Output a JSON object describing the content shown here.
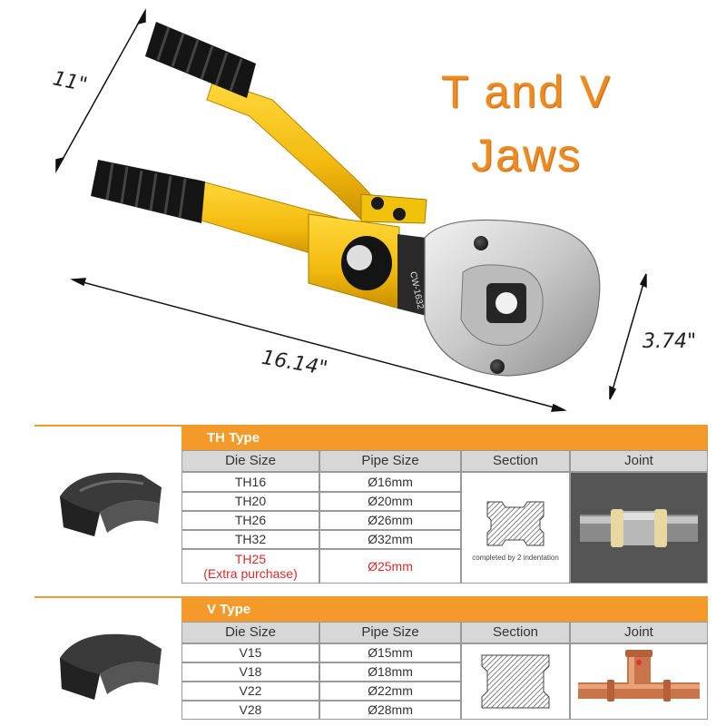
{
  "dimensions": {
    "length": "16.14\"",
    "height": "11\"",
    "jaw_width": "3.74\""
  },
  "headline": {
    "line1": "T  and  V",
    "line2": "Jaws"
  },
  "tool": {
    "model": "CW-1632"
  },
  "th_table": {
    "title": "TH Type",
    "columns": [
      "Die Size",
      "Pipe Size",
      "Section",
      "Joint"
    ],
    "rows": [
      {
        "die": "TH16",
        "pipe": "Ø16mm"
      },
      {
        "die": "TH20",
        "pipe": "Ø20mm"
      },
      {
        "die": "TH26",
        "pipe": "Ø26mm"
      },
      {
        "die": "TH32",
        "pipe": "Ø32mm"
      }
    ],
    "extra": {
      "die": "TH25",
      "die_note": "(Extra purchase)",
      "pipe": "Ø25mm"
    },
    "section_note": "completed by 2 indentation"
  },
  "v_table": {
    "title": "V Type",
    "columns": [
      "Die Size",
      "Pipe Size",
      "Section",
      "Joint"
    ],
    "rows": [
      {
        "die": "V15",
        "pipe": "Ø15mm"
      },
      {
        "die": "V18",
        "pipe": "Ø18mm"
      },
      {
        "die": "V22",
        "pipe": "Ø22mm"
      },
      {
        "die": "V28",
        "pipe": "Ø28mm"
      }
    ]
  },
  "colors": {
    "accent": "#f39a2a",
    "tool_yellow": "#f5c518",
    "grip_black": "#1a1a1a",
    "extra_red": "#d62b2b"
  }
}
